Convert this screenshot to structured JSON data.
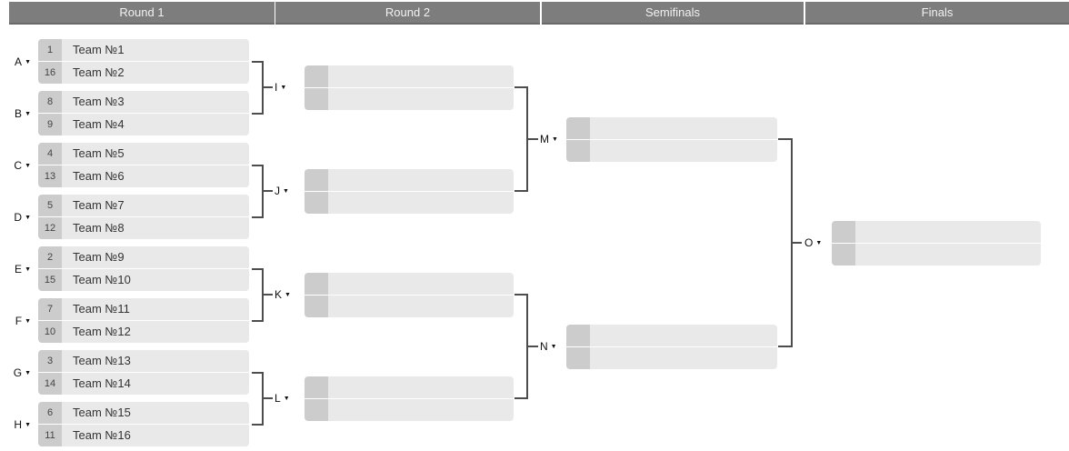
{
  "title": "Tournament bracket",
  "icons": {
    "dropdown_caret": "▼"
  },
  "colors": {
    "header_bg": "#7d7d7d",
    "header_border": "#696969",
    "header_text": "#f2f2f2",
    "seed_bg": "#cccccc",
    "slot_bg": "#e9e9e9",
    "connector": "#4d4d4d",
    "label_text": "#111111",
    "team_text": "#333333"
  },
  "header": {
    "columns": [
      "Round 1",
      "Round 2",
      "Semifinals",
      "Finals"
    ]
  },
  "round1": {
    "matches": [
      {
        "label": "A",
        "teams": [
          {
            "seed": "1",
            "name": "Team №1"
          },
          {
            "seed": "16",
            "name": "Team №2"
          }
        ]
      },
      {
        "label": "B",
        "teams": [
          {
            "seed": "8",
            "name": "Team №3"
          },
          {
            "seed": "9",
            "name": "Team №4"
          }
        ]
      },
      {
        "label": "C",
        "teams": [
          {
            "seed": "4",
            "name": "Team №5"
          },
          {
            "seed": "13",
            "name": "Team №6"
          }
        ]
      },
      {
        "label": "D",
        "teams": [
          {
            "seed": "5",
            "name": "Team №7"
          },
          {
            "seed": "12",
            "name": "Team №8"
          }
        ]
      },
      {
        "label": "E",
        "teams": [
          {
            "seed": "2",
            "name": "Team №9"
          },
          {
            "seed": "15",
            "name": "Team №10"
          }
        ]
      },
      {
        "label": "F",
        "teams": [
          {
            "seed": "7",
            "name": "Team №11"
          },
          {
            "seed": "10",
            "name": "Team №12"
          }
        ]
      },
      {
        "label": "G",
        "teams": [
          {
            "seed": "3",
            "name": "Team №13"
          },
          {
            "seed": "14",
            "name": "Team №14"
          }
        ]
      },
      {
        "label": "H",
        "teams": [
          {
            "seed": "6",
            "name": "Team №15"
          },
          {
            "seed": "11",
            "name": "Team №16"
          }
        ]
      }
    ]
  },
  "round2": {
    "matches": [
      {
        "label": "I",
        "teams": [
          {
            "seed": "",
            "name": ""
          },
          {
            "seed": "",
            "name": ""
          }
        ]
      },
      {
        "label": "J",
        "teams": [
          {
            "seed": "",
            "name": ""
          },
          {
            "seed": "",
            "name": ""
          }
        ]
      },
      {
        "label": "K",
        "teams": [
          {
            "seed": "",
            "name": ""
          },
          {
            "seed": "",
            "name": ""
          }
        ]
      },
      {
        "label": "L",
        "teams": [
          {
            "seed": "",
            "name": ""
          },
          {
            "seed": "",
            "name": ""
          }
        ]
      }
    ]
  },
  "semifinals": {
    "matches": [
      {
        "label": "M",
        "teams": [
          {
            "seed": "",
            "name": ""
          },
          {
            "seed": "",
            "name": ""
          }
        ]
      },
      {
        "label": "N",
        "teams": [
          {
            "seed": "",
            "name": ""
          },
          {
            "seed": "",
            "name": ""
          }
        ]
      }
    ]
  },
  "finals": {
    "matches": [
      {
        "label": "O",
        "teams": [
          {
            "seed": "",
            "name": ""
          },
          {
            "seed": "",
            "name": ""
          }
        ]
      }
    ]
  }
}
